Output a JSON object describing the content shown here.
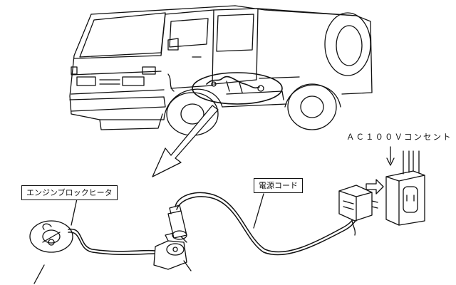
{
  "labels": {
    "ac_outlet": "ＡＣ１００Ｖコンセント",
    "block_heater": "エンジンブロックヒータ",
    "power_cord": "電源コード"
  },
  "colors": {
    "line": "#111111",
    "background": "#ffffff"
  },
  "icons": [
    "truck-illustration",
    "engine-block-heater",
    "power-cord-connector",
    "plug-adapter",
    "wall-outlet"
  ]
}
